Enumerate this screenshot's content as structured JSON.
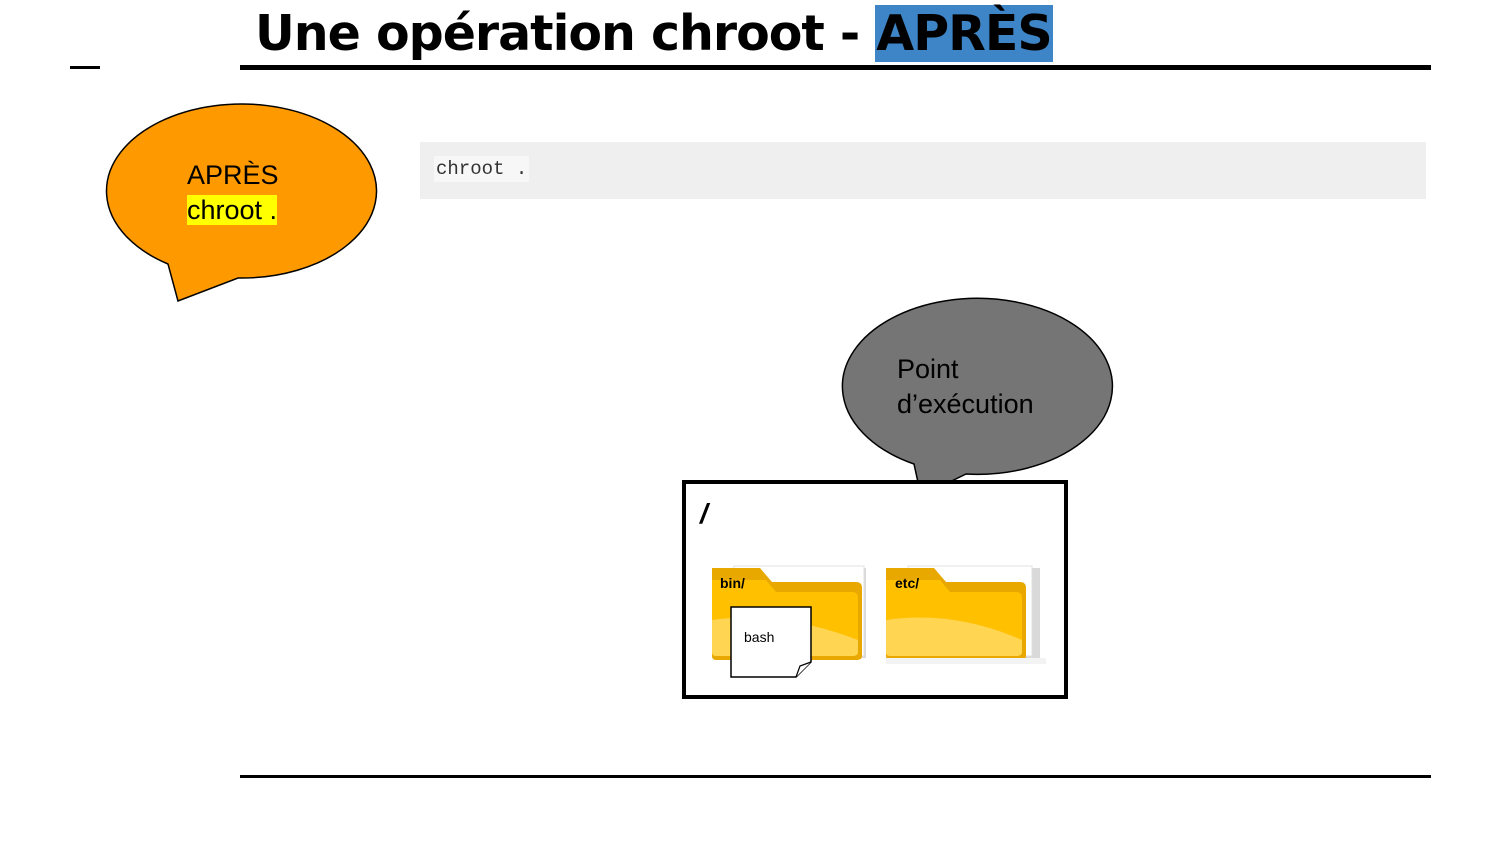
{
  "slide": {
    "title_main": "Une opération chroot - ",
    "title_highlight": "APRÈS"
  },
  "callout_apres": {
    "line1": "APRÈS",
    "line2": "chroot ."
  },
  "code": {
    "text": "chroot ."
  },
  "callout_point": {
    "text": "Point d’exécution"
  },
  "filesystem": {
    "root_label": "/",
    "folders": [
      {
        "label": "bin/",
        "icon": "folder-icon"
      },
      {
        "label": "etc/",
        "icon": "folder-icon"
      }
    ],
    "file": {
      "label": "bash",
      "icon": "file-icon"
    }
  },
  "colors": {
    "title_highlight": "#3d85c6",
    "callout_apres_fill": "#ff9900",
    "callout_point_fill": "#757575",
    "text_highlight": "#ffff00",
    "code_background": "#efefef",
    "folder_yellow": "#ffc000"
  }
}
